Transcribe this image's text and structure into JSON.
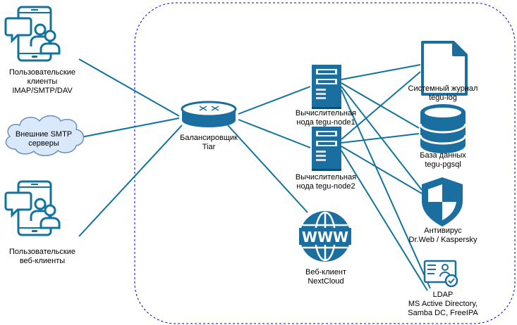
{
  "colors": {
    "icon_dark": "#10739E",
    "icon_body": "#1A6FA0",
    "line": "#10739E",
    "boundary": "#0000CC",
    "cloud_fill": "#DAE8FC",
    "cloud_stroke": "#6C8EBF"
  },
  "nodes": {
    "imap_clients": {
      "lines": [
        "Пользовательские",
        "клиенты",
        "IMAP/SMTP/DAV"
      ],
      "icon": "mobile-users-icon"
    },
    "smtp_servers": {
      "lines": [
        "Внешние SMTP",
        "серверы"
      ],
      "icon": "cloud-icon"
    },
    "web_clients": {
      "lines": [
        "Пользовательские",
        "веб-клиенты"
      ],
      "icon": "mobile-users-icon"
    },
    "balancer": {
      "lines": [
        "Балансировщик",
        "Tiar"
      ],
      "icon": "router-icon"
    },
    "node1": {
      "lines": [
        "Вычислительная",
        "нода tegu-node1"
      ],
      "icon": "server-icon"
    },
    "node2": {
      "lines": [
        "Вычислительная",
        "нода tegu-node2"
      ],
      "icon": "server-icon"
    },
    "nextcloud": {
      "lines": [
        "Веб-клиент",
        "NextCloud"
      ],
      "icon": "www-globe-icon"
    },
    "syslog": {
      "lines": [
        "Системный журнал",
        "tegu-log"
      ],
      "icon": "document-icon"
    },
    "database": {
      "lines": [
        "База данных",
        "tegu-pgsql"
      ],
      "icon": "database-icon"
    },
    "antivirus": {
      "lines": [
        "Антивирус",
        "Dr.Web / Kaspersky"
      ],
      "icon": "shield-icon"
    },
    "ldap": {
      "lines": [
        "LDAP",
        "MS Active Directory,",
        "Samba DC, FreeIPA"
      ],
      "icon": "id-card-icon"
    }
  },
  "connections": [
    [
      "imap_clients",
      "balancer"
    ],
    [
      "smtp_servers",
      "balancer"
    ],
    [
      "web_clients",
      "balancer"
    ],
    [
      "balancer",
      "node1"
    ],
    [
      "balancer",
      "node2"
    ],
    [
      "balancer",
      "nextcloud"
    ],
    [
      "node1",
      "syslog"
    ],
    [
      "node1",
      "database"
    ],
    [
      "node1",
      "antivirus"
    ],
    [
      "node1",
      "ldap"
    ],
    [
      "node2",
      "syslog"
    ],
    [
      "node2",
      "database"
    ],
    [
      "node2",
      "antivirus"
    ],
    [
      "node2",
      "ldap"
    ]
  ]
}
